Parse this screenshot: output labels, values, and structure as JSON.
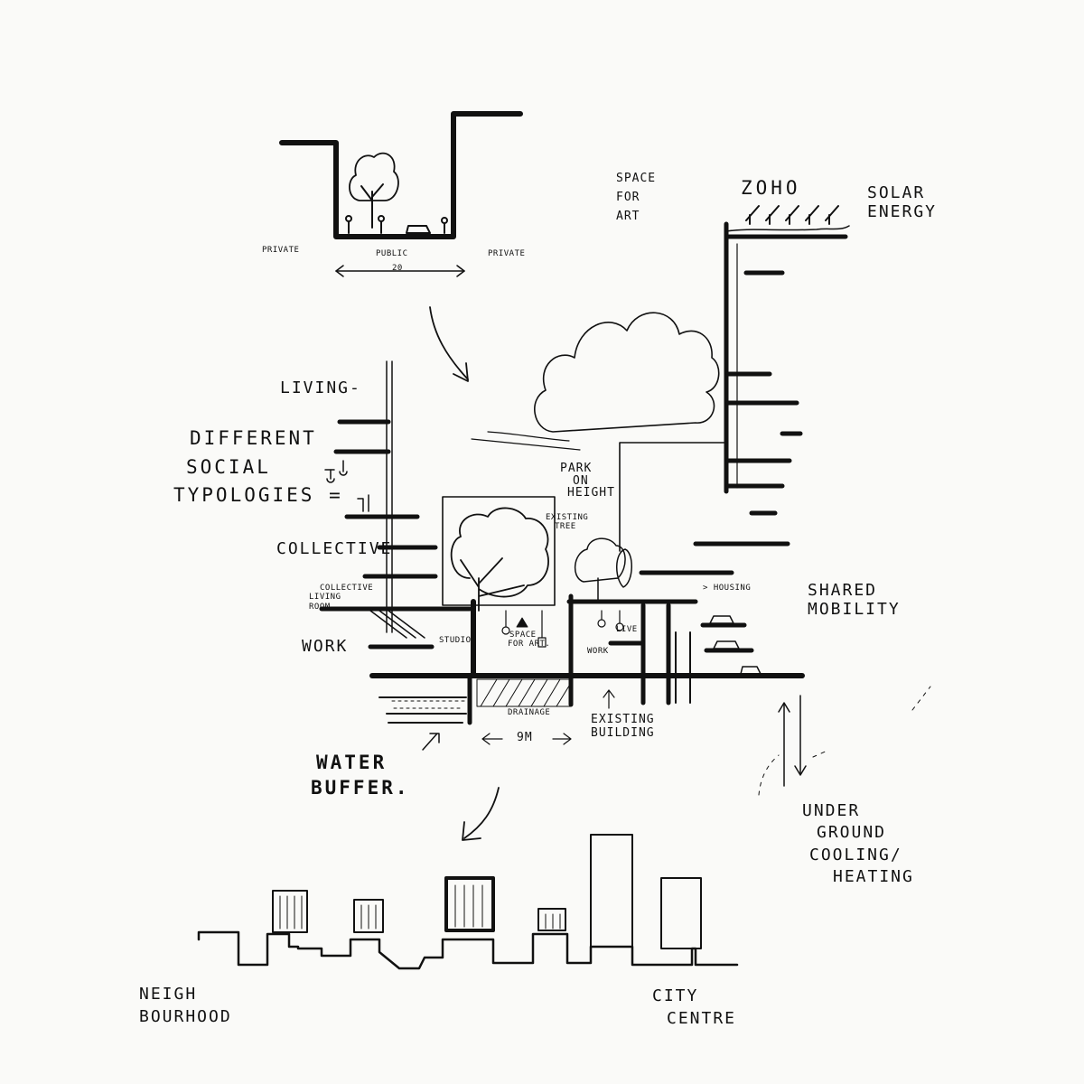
{
  "labels": {
    "private_left": "PRIVATE",
    "public": "PUBLIC",
    "width_20": "20",
    "private_right": "PRIVATE",
    "space_for_art": [
      "SPACE",
      "FOR",
      "ART"
    ],
    "zoho": "ZOHO",
    "solar_energy": [
      "SOLAR",
      "ENERGY"
    ],
    "living": "LIVING-",
    "different_social": [
      "DIFFERENT",
      "SOCIAL",
      "TYPOLOGIES ="
    ],
    "collective": "COLLECTIVE",
    "collective_living_room": [
      "COLLECTIVE",
      "LIVING",
      "ROOM"
    ],
    "work": "WORK",
    "studio": "STUDIO",
    "space_for_art_small": [
      "SPACE",
      "FOR ART."
    ],
    "park_on_height": [
      "PARK",
      "ON",
      "HEIGHT"
    ],
    "existing_tree": [
      "EXISTING",
      "TREE"
    ],
    "housing": "> HOUSING",
    "live": "LIVE",
    "work_small": "WORK",
    "shared_mobility": [
      "SHARED",
      "MOBILITY"
    ],
    "drainage": "DRAINAGE",
    "width_9m": "9M",
    "existing_building": [
      "EXISTING",
      "BUILDING"
    ],
    "water_buffer": [
      "WATER",
      "BUFFER."
    ],
    "underground": [
      "UNDER",
      "GROUND",
      "COOLING/",
      "HEATING"
    ],
    "neighbourhood": [
      "NEIGH",
      "BOURHOOD"
    ],
    "city_centre": [
      "CITY",
      "CENTRE"
    ]
  }
}
